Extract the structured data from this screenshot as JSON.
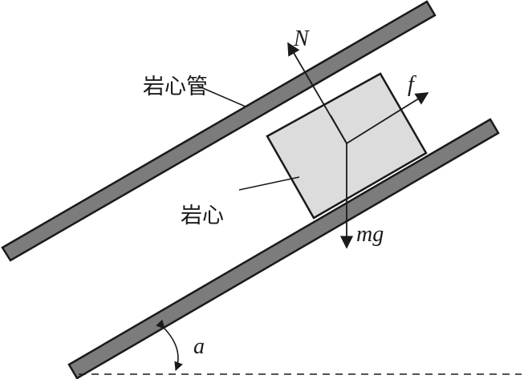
{
  "labels": {
    "tube": "岩心管",
    "core": "岩心",
    "normal_force": "N",
    "friction": "f",
    "weight": "mg",
    "angle": "a"
  },
  "colors": {
    "tube_fill": "#7c7c7c",
    "block_fill": "#dcdcdc",
    "ink": "#1a1a1a"
  }
}
